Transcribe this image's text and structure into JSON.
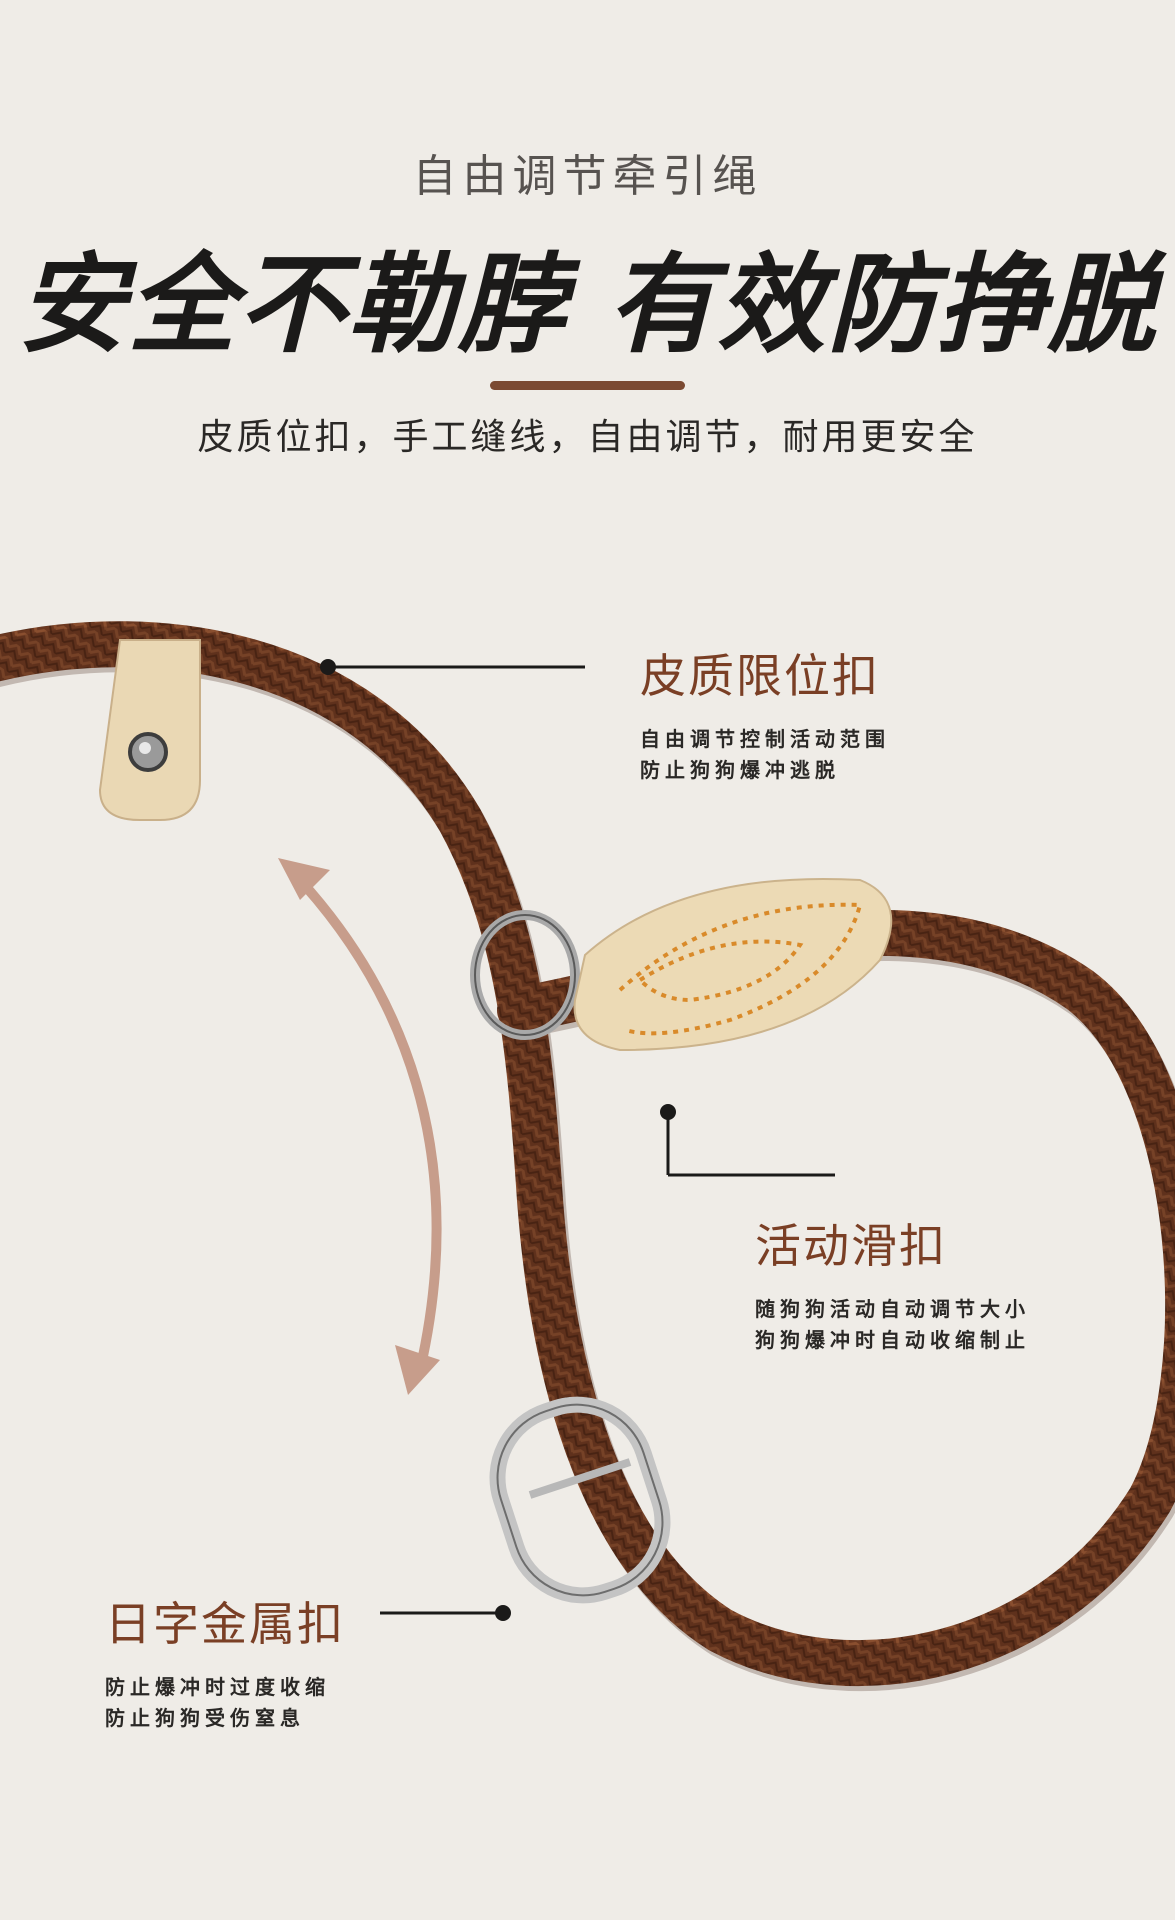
{
  "header": {
    "subtitle": "自由调节牵引绳",
    "headline": "安全不勒脖 有效防挣脱",
    "tagline": "皮质位扣，手工缝线，自由调节，耐用更安全"
  },
  "callouts": [
    {
      "title": "皮质限位扣",
      "desc_line1": "自由调节控制活动范围",
      "desc_line2": "防止狗狗爆冲逃脱"
    },
    {
      "title": "活动滑扣",
      "desc_line1": "随狗狗活动自动调节大小",
      "desc_line2": "狗狗爆冲时自动收缩制止"
    },
    {
      "title": "日字金属扣",
      "desc_line1": "防止爆冲时过度收缩",
      "desc_line2": "防止狗狗受伤窒息"
    }
  ],
  "colors": {
    "background": "#efece7",
    "rope": "#6e3a22",
    "leather": "#e9d7b2",
    "accent": "#7a3f25",
    "stitch": "#d98a2a",
    "arrow": "#c79d8b"
  }
}
